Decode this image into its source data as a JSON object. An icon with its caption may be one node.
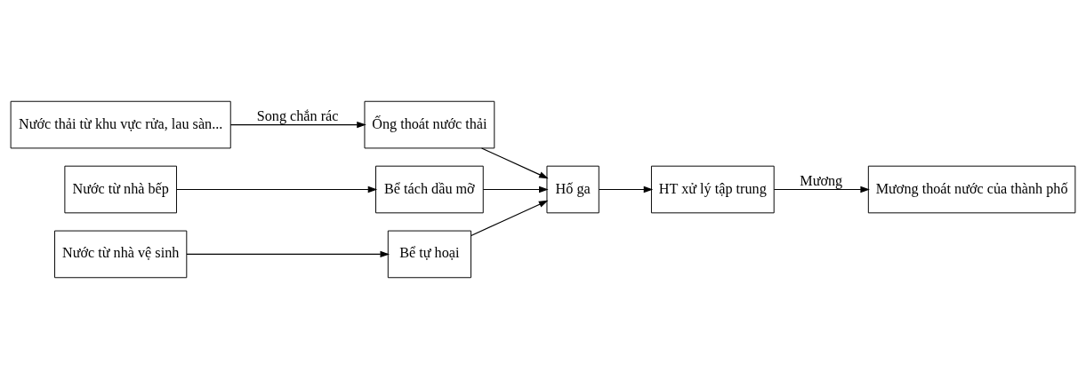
{
  "diagram": {
    "nodes": [
      {
        "text": [
          "Nước thải từ khu vực rửa, lau sàn..."
        ]
      },
      {
        "text": [
          "Ống thoát nước thải"
        ]
      },
      {
        "text": [
          "Nước từ nhà bếp"
        ]
      },
      {
        "text": [
          "Bể tách dầu mỡ"
        ]
      },
      {
        "text": [
          "Hố ga"
        ]
      },
      {
        "text": [
          "HT xử lý tập trung"
        ]
      },
      {
        "text": [
          "Mương thoát nước của thành phố"
        ]
      },
      {
        "text": [
          "Nước từ nhà vệ sinh"
        ]
      },
      {
        "text": [
          "Bể tự hoại"
        ]
      }
    ],
    "edges": [
      {
        "from": 0,
        "to": 1,
        "arrow": "to",
        "label": "Song chắn rác"
      },
      {
        "from": 1,
        "to": 4,
        "arrow": "to"
      },
      {
        "from": 2,
        "to": 3,
        "arrow": "to"
      },
      {
        "from": 3,
        "to": 4,
        "arrow": "to"
      },
      {
        "from": 4,
        "to": 5,
        "arrow": "to"
      },
      {
        "from": 5,
        "to": 6,
        "arrow": "to",
        "label": "Mương"
      },
      {
        "from": 7,
        "to": 8,
        "arrow": "to"
      },
      {
        "from": 8,
        "to": 4,
        "arrow": "to"
      }
    ]
  }
}
